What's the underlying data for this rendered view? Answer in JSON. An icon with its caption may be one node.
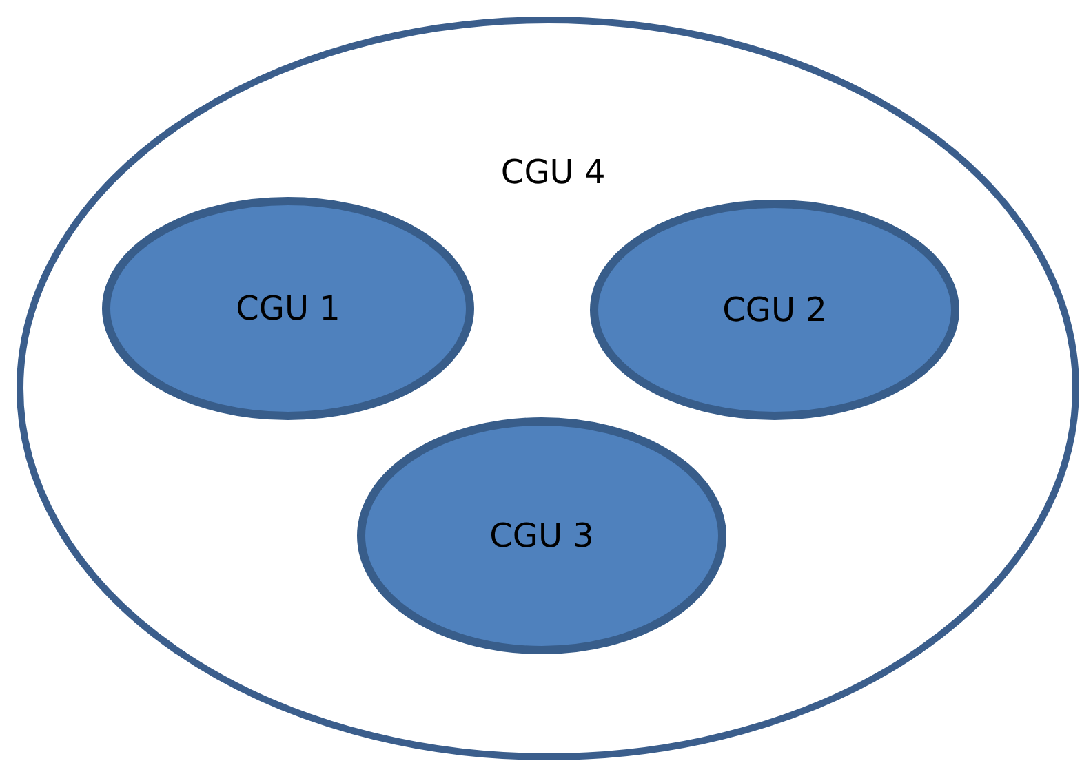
{
  "diagram": {
    "nodes": [
      {
        "text": [
          "CGU 4"
        ]
      },
      {
        "text": [
          "CGU 1"
        ],
        "in": 0
      },
      {
        "text": [
          "CGU 2"
        ],
        "in": 0
      },
      {
        "text": [
          "CGU 3"
        ],
        "in": 0
      }
    ]
  }
}
